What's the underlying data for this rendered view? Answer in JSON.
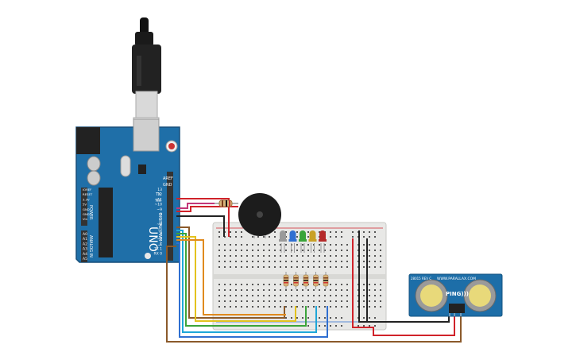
{
  "arduino": {
    "brand_mark": "UNO",
    "aref_label": "AREF",
    "gnd_label": "GND",
    "digital_label": "DIGITAL (PWM~)",
    "analog_label": "ANALOG IN",
    "power_label": "POWER",
    "tx_label": "TX",
    "rx_label": "RX",
    "digital_pins": [
      "13",
      "12",
      "~11",
      "~10",
      "~9",
      "8",
      "7",
      "~6",
      "~5",
      "4",
      "~3",
      "2",
      "TX 1",
      "RX 0"
    ],
    "power_pins": [
      "IOREF",
      "RESET",
      "3.3V",
      "5V",
      "GND",
      "GND",
      "Vin"
    ],
    "analog_pins": [
      "A0",
      "A1",
      "A2",
      "A3",
      "A4",
      "A5"
    ],
    "colors": {
      "board": "#1f6fa8",
      "board_edge": "#164f7a"
    }
  },
  "sensor": {
    "model": "PING)))",
    "brand": "WWW.PARALLAX.COM",
    "rev": "28015 REV C",
    "colors": {
      "board": "#1d6ea8"
    }
  },
  "led_colors": [
    "#9a9a9a",
    "#2f6fd1",
    "#3aa43a",
    "#c9a126",
    "#b52a2a"
  ],
  "wire_colors": {
    "power": "#d0222a",
    "ground": "#222222",
    "buzzer": "#c2377a",
    "led1": "#2f6fd1",
    "led2": "#3aa43a",
    "led3": "#e3c21e",
    "led4": "#e08a1e",
    "sig": "#1ea7d8",
    "trig": "#8b5a2b"
  }
}
